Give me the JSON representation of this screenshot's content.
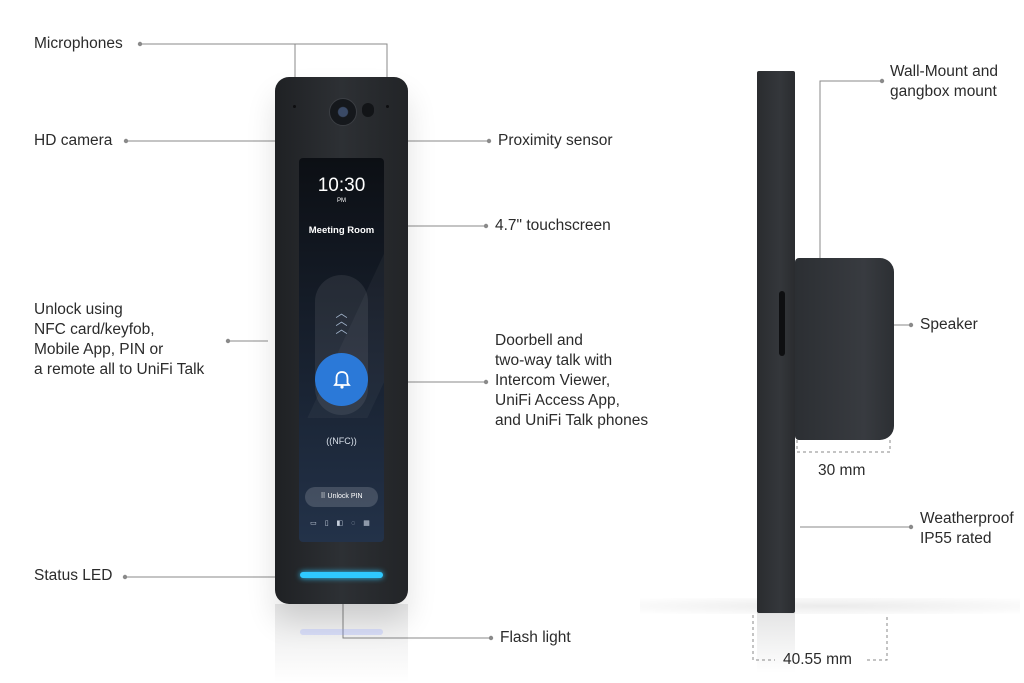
{
  "callouts": {
    "microphones": "Microphones",
    "hd_camera": "HD camera",
    "proximity_sensor": "Proximity sensor",
    "touchscreen": "4.7\" touchscreen",
    "unlock": "Unlock using\nNFC card/keyfob,\nMobile App, PIN or\na remote all to UniFi Talk",
    "doorbell": "Doorbell and\ntwo-way talk with\nIntercom Viewer,\nUniFi Access  App,\nand UniFi Talk phones",
    "status_led": "Status LED",
    "flash_light": "Flash light",
    "wall_mount": "Wall-Mount and\ngangbox mount",
    "speaker": "Speaker",
    "weatherproof": "Weatherproof\nIP55 rated"
  },
  "dimensions": {
    "depth_box": "30 mm",
    "depth_total": "40.55 mm"
  },
  "screen": {
    "time": "10:30",
    "ampm": "PM",
    "room": "Meeting Room",
    "nfc": "((NFC))",
    "unlock_pin": "Unlock PIN",
    "icons": "▭ ▯ ◧ ◌ ▦"
  },
  "colors": {
    "led": "#2fc9ff",
    "bell": "#2b79d8",
    "device": "#2a2c2f"
  }
}
